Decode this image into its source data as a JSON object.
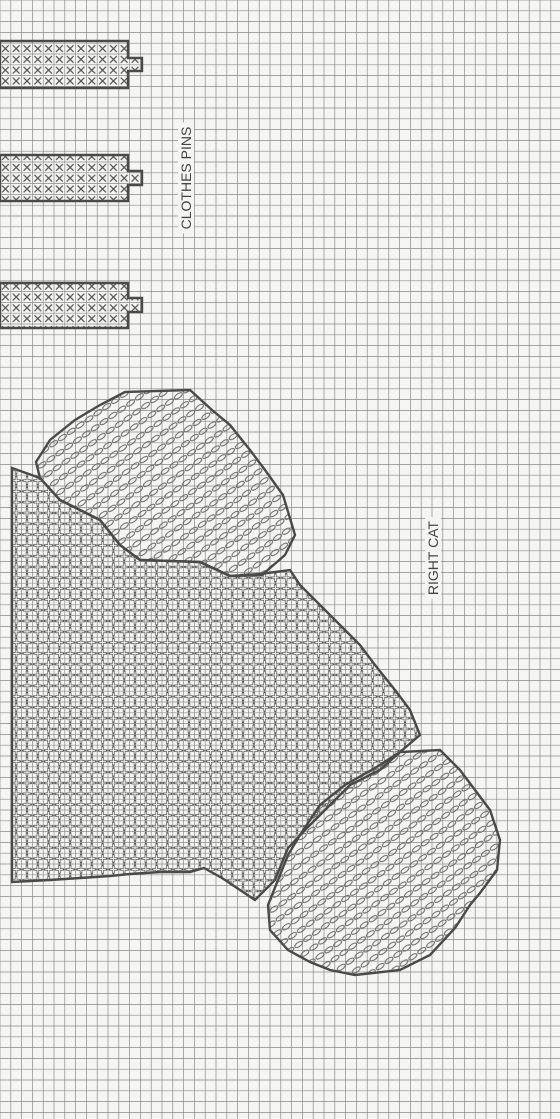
{
  "labels": {
    "clothes_pins": "CLOTHES PINS",
    "right_cat": "RIGHT CAT"
  },
  "colors": {
    "paper": "#f5f5f3",
    "grid_line": "#8a8a8a",
    "outline": "#4a4a4a",
    "stitch_x": "#555555",
    "stitch_cross": "#5a5a5a",
    "stitch_oval": "#6a6a6a"
  },
  "pieces": [
    {
      "name": "clothes-pin-1",
      "stitch": "cross-stitch"
    },
    {
      "name": "clothes-pin-2",
      "stitch": "cross-stitch"
    },
    {
      "name": "clothes-pin-3",
      "stitch": "cross-stitch"
    },
    {
      "name": "right-cat-body",
      "stitch": "plus-pattern"
    },
    {
      "name": "right-cat-head",
      "stitch": "oval-pattern"
    },
    {
      "name": "right-cat-tail",
      "stitch": "oval-pattern"
    }
  ]
}
